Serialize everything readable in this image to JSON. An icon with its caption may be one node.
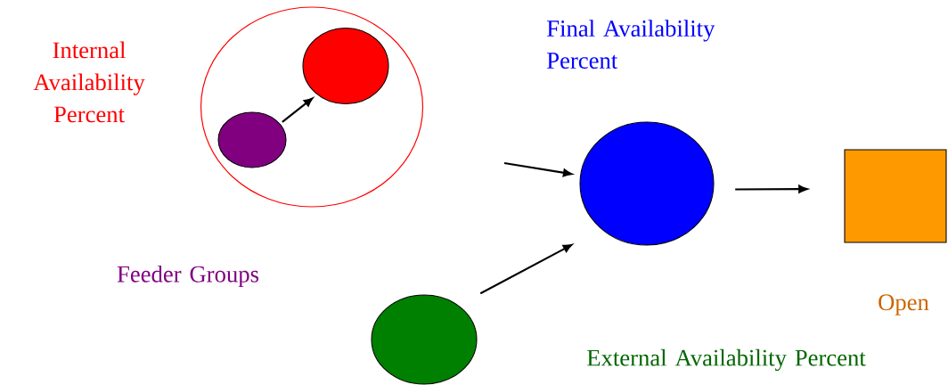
{
  "diagram": {
    "nodes": [
      {
        "text": [],
        "shape": "circle"
      },
      {
        "text": [],
        "shape": "circle",
        "in": 0
      },
      {
        "text": [],
        "shape": "circle",
        "in": 0
      },
      {
        "text": [],
        "shape": "circle"
      },
      {
        "text": [],
        "shape": "circle"
      },
      {
        "text": [],
        "shape": "box"
      }
    ],
    "edges": [
      {
        "from": 1,
        "to": 2,
        "arrow": "to"
      },
      {
        "from": null,
        "to": 3,
        "arrow": "to"
      },
      {
        "from": 4,
        "to": 3,
        "arrow": "to"
      },
      {
        "from": 3,
        "to": 5,
        "arrow": "to"
      }
    ],
    "labels": [
      "Internal Availability Percent",
      "Final Availability Percent",
      "Feeder Groups",
      "Open",
      "External Availability Percent"
    ]
  }
}
